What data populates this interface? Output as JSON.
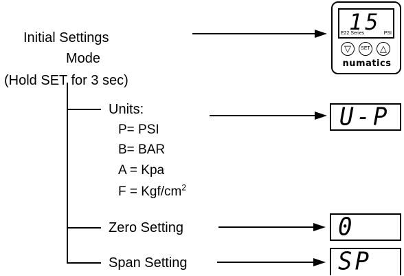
{
  "mode": {
    "line1": "Initial Settings",
    "line2": "Mode",
    "line3": "(Hold SET for 3 sec)"
  },
  "device": {
    "display": "15",
    "series": "E22 Series",
    "unit": "PSI",
    "buttons": [
      "▽",
      "SET",
      "△"
    ],
    "brand": "numatics"
  },
  "units": {
    "label": "Units:",
    "options": [
      "P= PSI",
      "B= BAR",
      "A = Kpa",
      "F = Kgf/cm"
    ],
    "superscript": "2",
    "display": "U-P"
  },
  "zero": {
    "label": "Zero Setting",
    "display": "0"
  },
  "span": {
    "label": "Span Setting",
    "display": "SP"
  }
}
